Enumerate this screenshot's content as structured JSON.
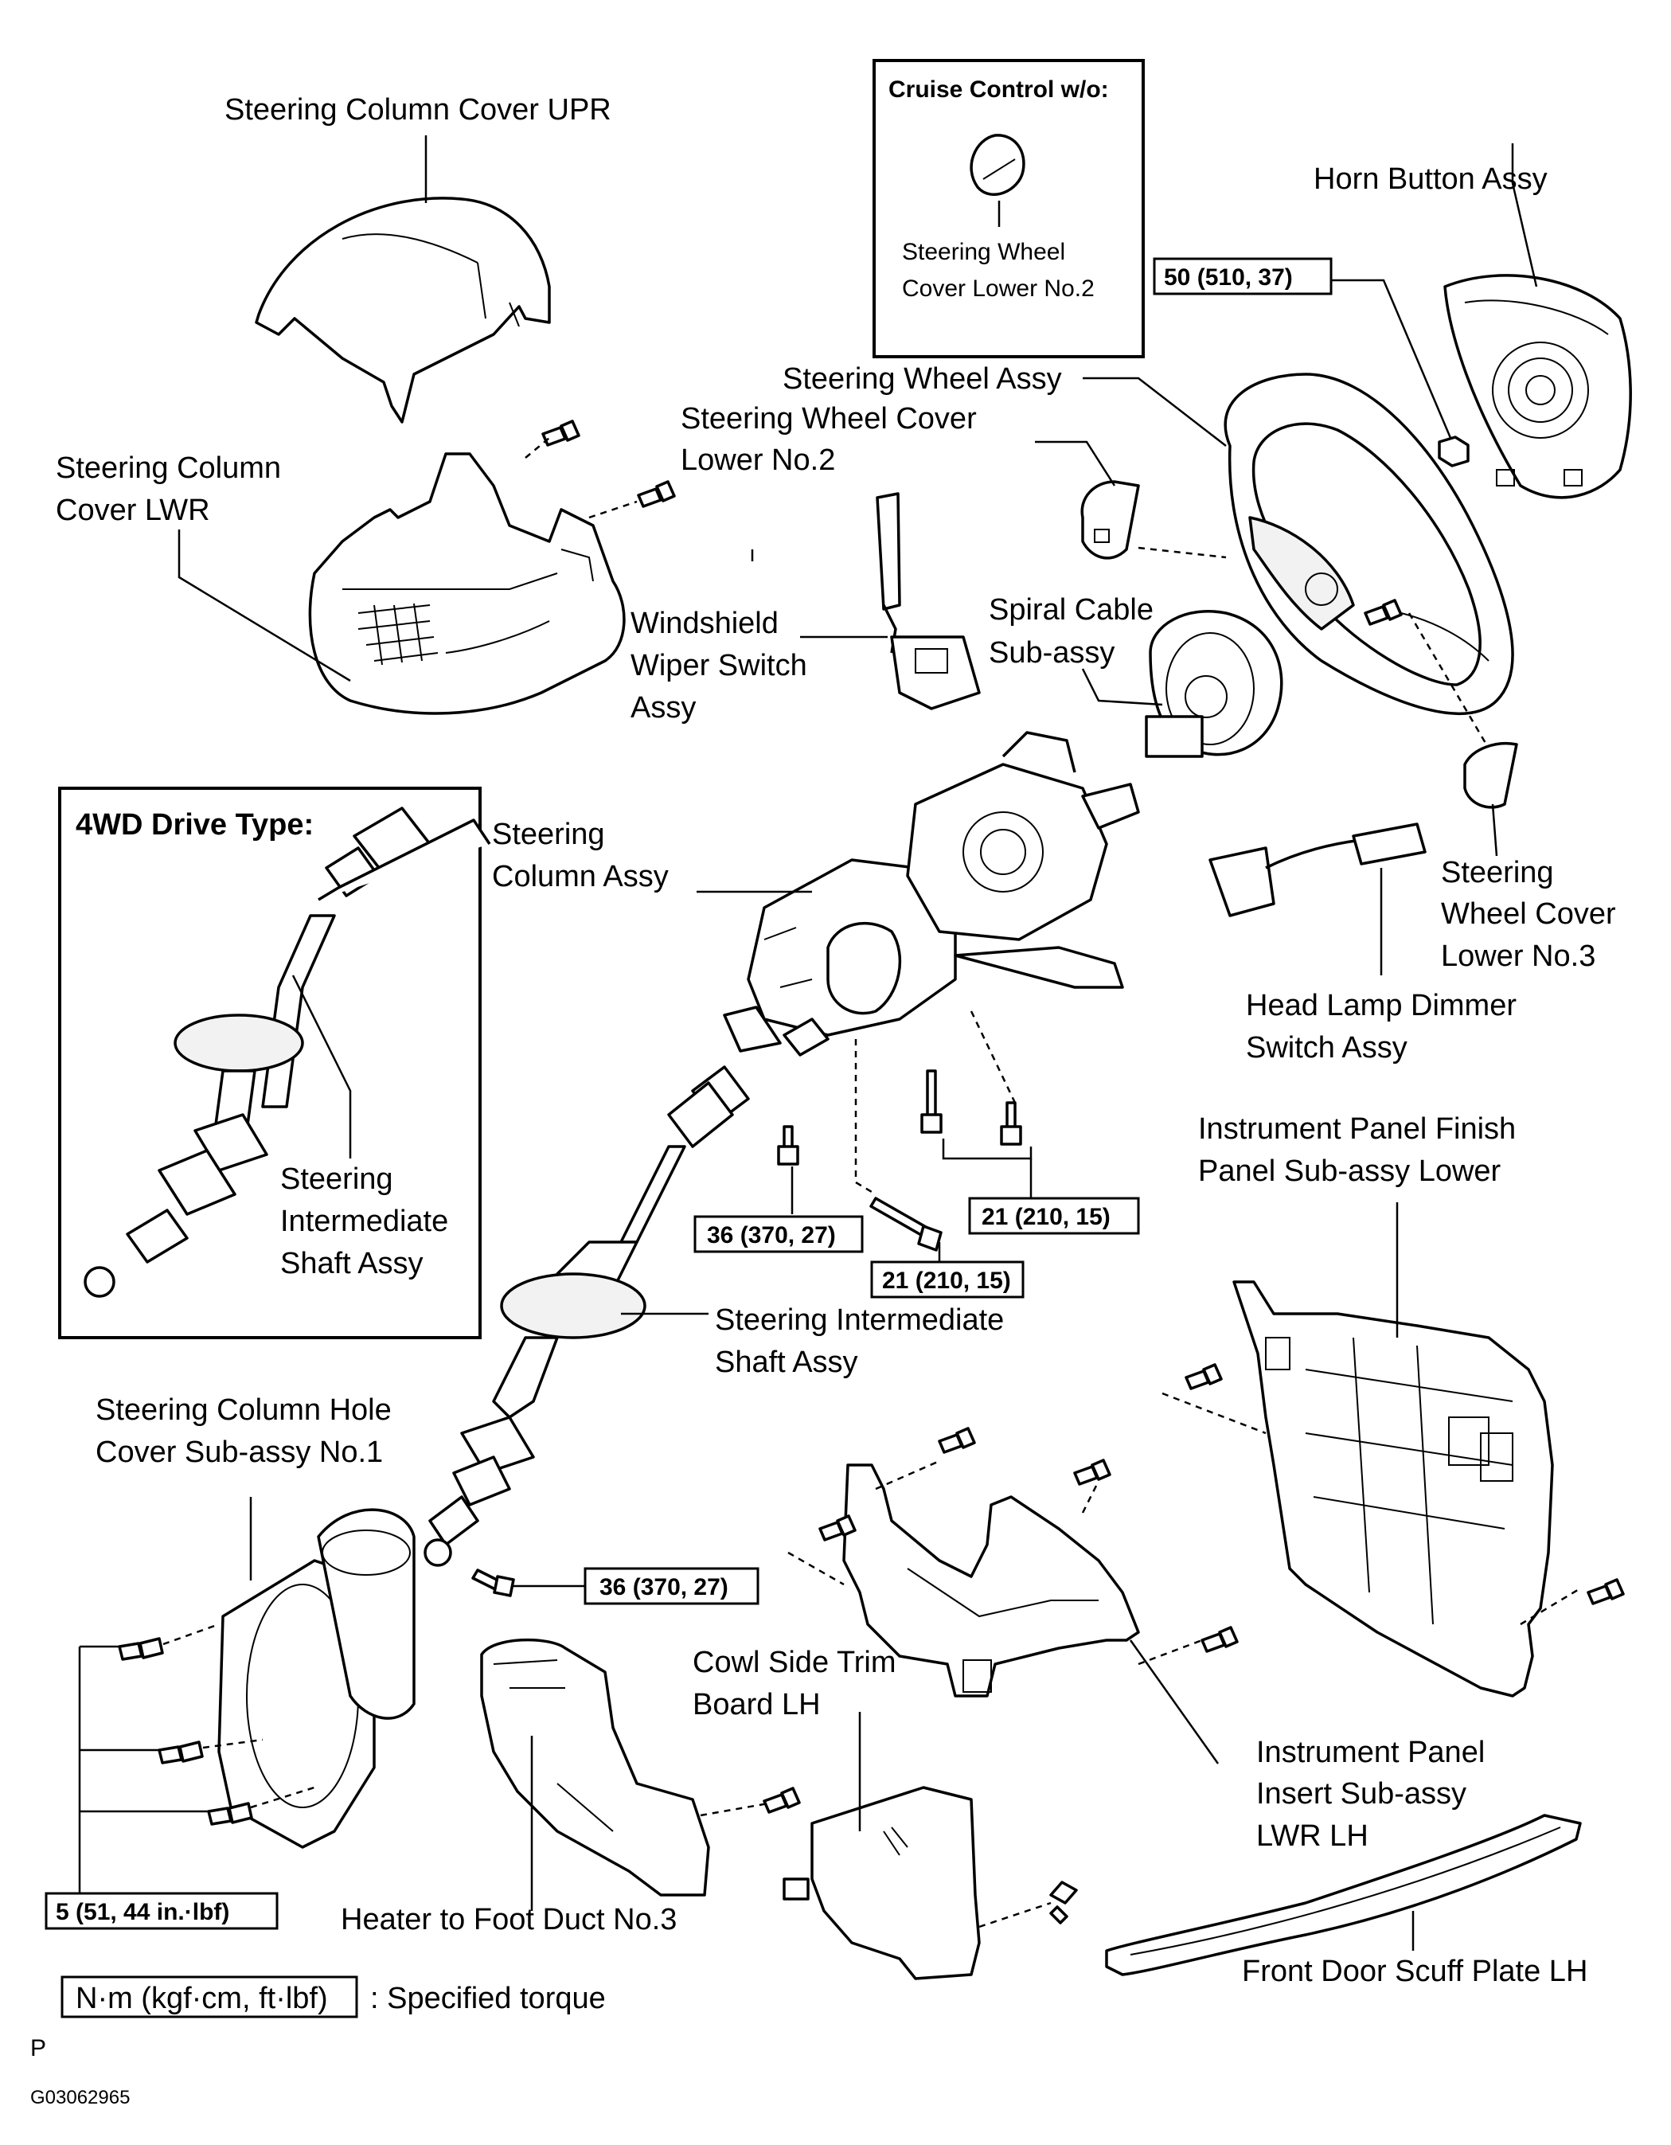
{
  "labels": {
    "column_cover_upr": "Steering Column Cover UPR",
    "column_cover_lwr_1": "Steering Column",
    "column_cover_lwr_2": "Cover LWR",
    "cruise_title": "Cruise Control w/o:",
    "cruise_part_1": "Steering Wheel",
    "cruise_part_2": "Cover Lower No.2",
    "horn_button": "Horn Button Assy",
    "wheel_assy": "Steering Wheel Assy",
    "wheel_cover_no2_1": "Steering Wheel Cover",
    "wheel_cover_no2_2": "Lower No.2",
    "wiper_1": "Windshield",
    "wiper_2": "Wiper Switch",
    "wiper_3": "Assy",
    "spiral_1": "Spiral Cable",
    "spiral_2": "Sub-assy",
    "fwd_title": "4WD Drive Type:",
    "column_assy_1": "Steering",
    "column_assy_2": "Column Assy",
    "wheel_cover_no3_1": "Steering",
    "wheel_cover_no3_2": "Wheel Cover",
    "wheel_cover_no3_3": "Lower No.3",
    "headlamp_1": "Head Lamp Dimmer",
    "headlamp_2": "Switch Assy",
    "inter_shaft_4wd_1": "Steering",
    "inter_shaft_4wd_2": "Intermediate",
    "inter_shaft_4wd_3": "Shaft Assy",
    "finish_panel_1": "Instrument Panel Finish",
    "finish_panel_2": "Panel Sub-assy Lower",
    "inter_shaft_1": "Steering Intermediate",
    "inter_shaft_2": "Shaft Assy",
    "hole_cover_1": "Steering Column Hole",
    "hole_cover_2": "Cover Sub-assy No.1",
    "cowl_1": "Cowl Side Trim",
    "cowl_2": "Board LH",
    "insert_1": "Instrument Panel",
    "insert_2": "Insert  Sub-assy",
    "insert_3": "LWR LH",
    "heater_duct": "Heater to Foot Duct No.3",
    "scuff_plate": "Front Door Scuff Plate LH",
    "legend_box": "N·m (kgf·cm, ft·lbf)",
    "legend_text": ": Specified torque",
    "corner_p": "P",
    "figure_code": "G03062965"
  },
  "torques": {
    "horn_nut": "50 (510, 37)",
    "column_bolt_a": "36 (370, 27)",
    "column_bolt_b": "21 (210, 15)",
    "column_bolt_c": "21 (210, 15)",
    "shaft_bolt": "36 (370, 27)",
    "hole_cover_bolts": "5 (51, 44 in.·lbf)"
  }
}
